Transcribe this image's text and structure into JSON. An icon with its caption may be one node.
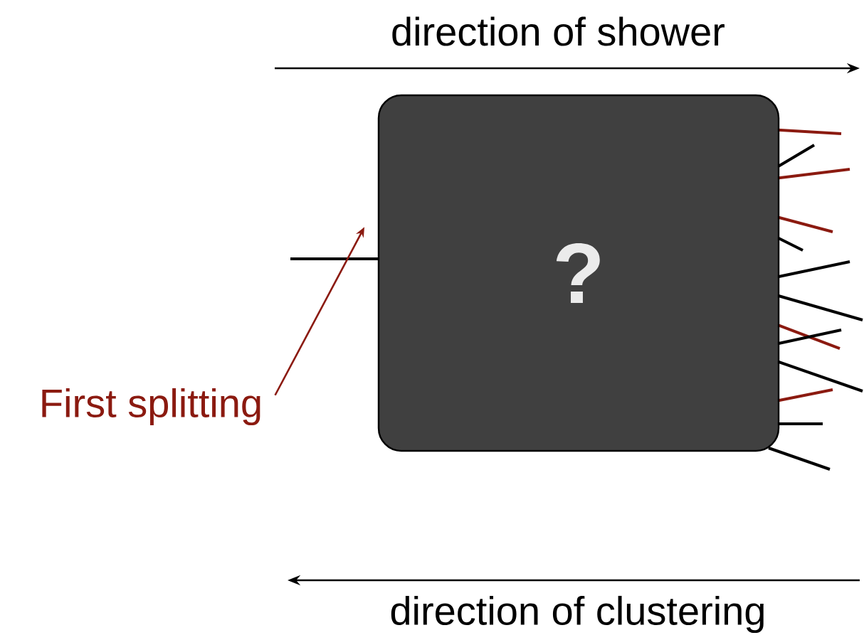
{
  "diagram": {
    "nodes": [
      {
        "text": [
          "?"
        ]
      },
      {
        "text": [
          "First splitting"
        ]
      }
    ],
    "edges": [
      {
        "from": 1,
        "to": 0,
        "arrow": "to",
        "color": "#8b1a10"
      }
    ],
    "labels": [
      "direction of shower",
      "direction of clustering"
    ]
  }
}
